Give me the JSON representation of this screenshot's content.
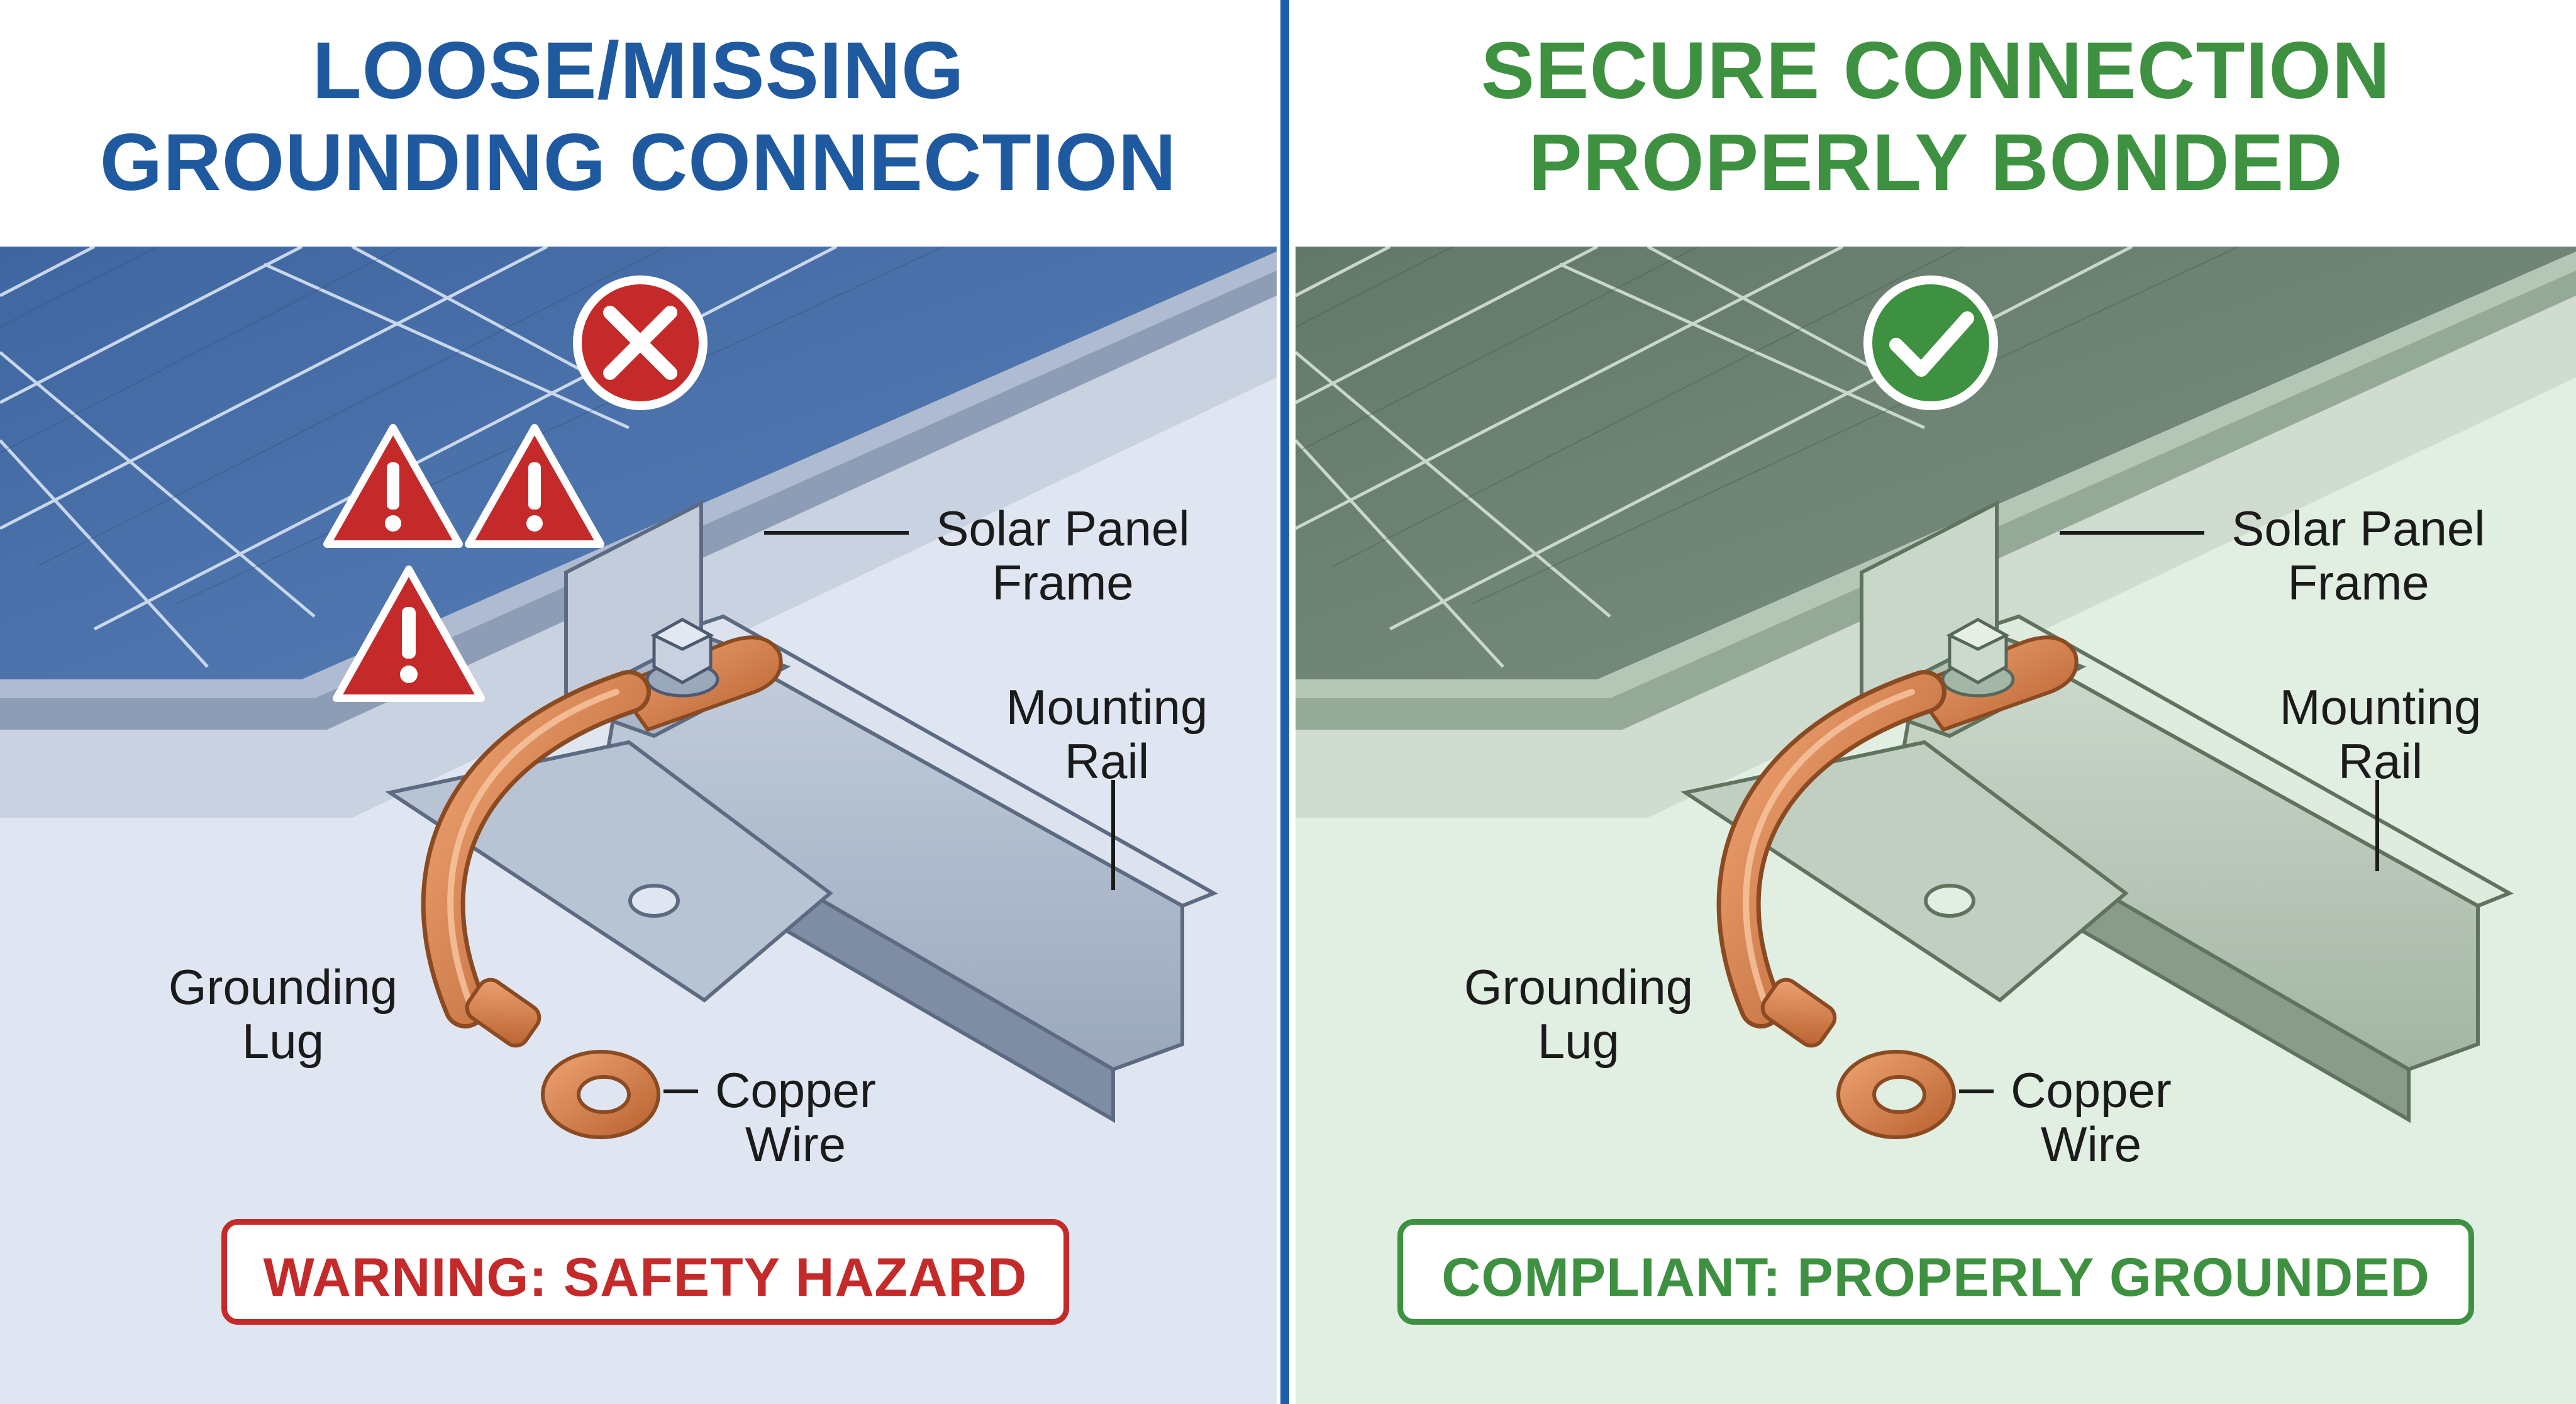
{
  "left_panel": {
    "title_line1": "LOOSE/MISSING",
    "title_line2": "GROUNDING CONNECTION",
    "status_badge": "WARNING: SAFETY HAZARD",
    "labels": {
      "frame_line1": "Solar Panel",
      "frame_line2": "Frame",
      "rail_line1": "Mounting",
      "rail_line2": "Rail",
      "lug_line1": "Grounding",
      "lug_line2": "Lug",
      "wire_line1": "Copper",
      "wire_line2": "Wire"
    },
    "status_icon": "x-circle-icon",
    "warning_icon": "warning-triangle-icon",
    "warning_icon_count": 3,
    "accent_color": "#c42a2a",
    "title_color": "#1f5aa0",
    "background_color": "#dfe6f2"
  },
  "right_panel": {
    "title_line1": "SECURE CONNECTION",
    "title_line2": "PROPERLY BONDED",
    "status_badge": "COMPLIANT: PROPERLY GROUNDED",
    "labels": {
      "frame_line1": "Solar Panel",
      "frame_line2": "Frame",
      "rail_line1": "Mounting",
      "rail_line2": "Rail",
      "lug_line1": "Grounding",
      "lug_line2": "Lug",
      "wire_line1": "Copper",
      "wire_line2": "Wire"
    },
    "status_icon": "check-circle-icon",
    "accent_color": "#3e9140",
    "title_color": "#3e9140",
    "background_color": "#e1eee2"
  },
  "divider_color": "#1f5fa8"
}
